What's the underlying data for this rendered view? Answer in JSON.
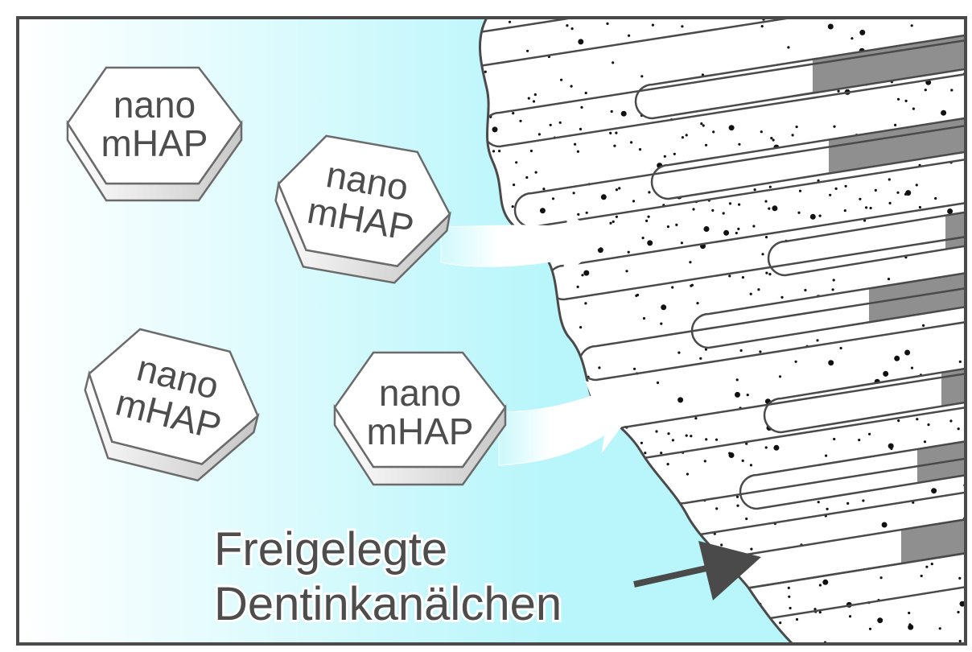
{
  "particles": [
    {
      "id": "p1",
      "line1": "nano",
      "line2": "mHAP"
    },
    {
      "id": "p2",
      "line1": "nano",
      "line2": "mHAP"
    },
    {
      "id": "p3",
      "line1": "nano",
      "line2": "mHAP"
    },
    {
      "id": "p4",
      "line1": "nano",
      "line2": "mHAP"
    }
  ],
  "label": {
    "line1": "Freigelegte",
    "line2": "Dentinkanälchen"
  },
  "colors": {
    "liquid_light": "#ffffff",
    "liquid_cyan": "#b9f6fb",
    "tubule_fill": "#8f8f8f",
    "outline": "#4a4a4a",
    "text": "#4d4d4d",
    "label_arrow": "#4a4a4a"
  }
}
